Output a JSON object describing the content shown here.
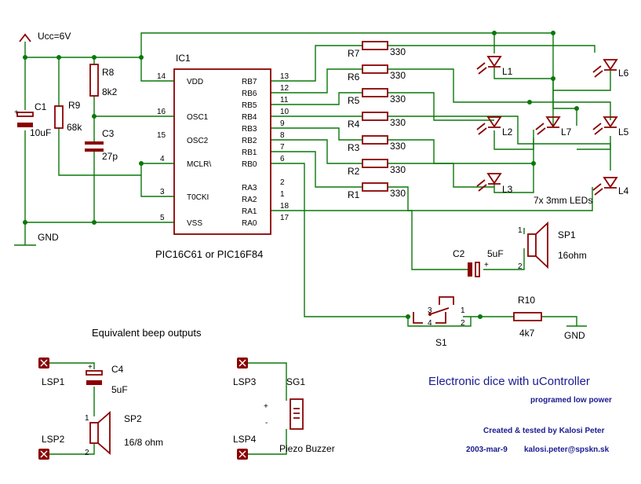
{
  "supply": {
    "label": "Ucc=6V",
    "gnd": "GND"
  },
  "ic": {
    "name": "IC1",
    "part": "PIC16C61  or  PIC16F84",
    "left_pins": [
      {
        "num": "14",
        "name": "VDD"
      },
      {
        "num": "16",
        "name": "OSC1"
      },
      {
        "num": "15",
        "name": "OSC2"
      },
      {
        "num": "4",
        "name": "MCLR\\"
      },
      {
        "num": "3",
        "name": "T0CKI"
      },
      {
        "num": "5",
        "name": "VSS"
      }
    ],
    "right_pins": [
      {
        "num": "13",
        "name": "RB7"
      },
      {
        "num": "12",
        "name": "RB6"
      },
      {
        "num": "11",
        "name": "RB5"
      },
      {
        "num": "10",
        "name": "RB4"
      },
      {
        "num": "9",
        "name": "RB3"
      },
      {
        "num": "8",
        "name": "RB2"
      },
      {
        "num": "7",
        "name": "RB1"
      },
      {
        "num": "6",
        "name": "RB0"
      },
      {
        "num": "2",
        "name": "RA3"
      },
      {
        "num": "1",
        "name": "RA2"
      },
      {
        "num": "18",
        "name": "RA1"
      },
      {
        "num": "17",
        "name": "RA0"
      }
    ]
  },
  "components": {
    "C1": {
      "name": "C1",
      "value": "10uF"
    },
    "R9": {
      "name": "R9",
      "value": "68k"
    },
    "R8": {
      "name": "R8",
      "value": "8k2"
    },
    "C3": {
      "name": "C3",
      "value": "27p"
    },
    "C2": {
      "name": "C2",
      "value": "5uF"
    },
    "SP1": {
      "name": "SP1",
      "value": "16ohm"
    },
    "S1": {
      "name": "S1"
    },
    "R10": {
      "name": "R10",
      "value": "4k7"
    },
    "C4": {
      "name": "C4",
      "value": "5uF"
    },
    "SP2": {
      "name": "SP2",
      "value": "16/8 ohm"
    },
    "SG1": {
      "name": "SG1",
      "value": "Piezo Buzzer"
    }
  },
  "resistors": [
    {
      "name": "R7",
      "value": "330"
    },
    {
      "name": "R6",
      "value": "330"
    },
    {
      "name": "R5",
      "value": "330"
    },
    {
      "name": "R4",
      "value": "330"
    },
    {
      "name": "R3",
      "value": "330"
    },
    {
      "name": "R2",
      "value": "330"
    },
    {
      "name": "R1",
      "value": "330"
    }
  ],
  "leds": {
    "names": [
      "L1",
      "L2",
      "L3",
      "L4",
      "L5",
      "L6",
      "L7"
    ],
    "note": "7x 3mm LEDs"
  },
  "beep": {
    "title": "Equivalent beep outputs",
    "pins": [
      "LSP1",
      "LSP2",
      "LSP3",
      "LSP4"
    ]
  },
  "pin_numbers": {
    "one": "1",
    "two": "2",
    "three": "3",
    "four": "4"
  },
  "polarity": {
    "plus": "+",
    "minus": "-"
  },
  "footer": {
    "title": "Electronic dice with uController",
    "subtitle": "programed low power",
    "credit": "Created & tested by Kalosi Peter",
    "date": "2003-mar-9",
    "email": "kalosi.peter@spskn.sk"
  }
}
